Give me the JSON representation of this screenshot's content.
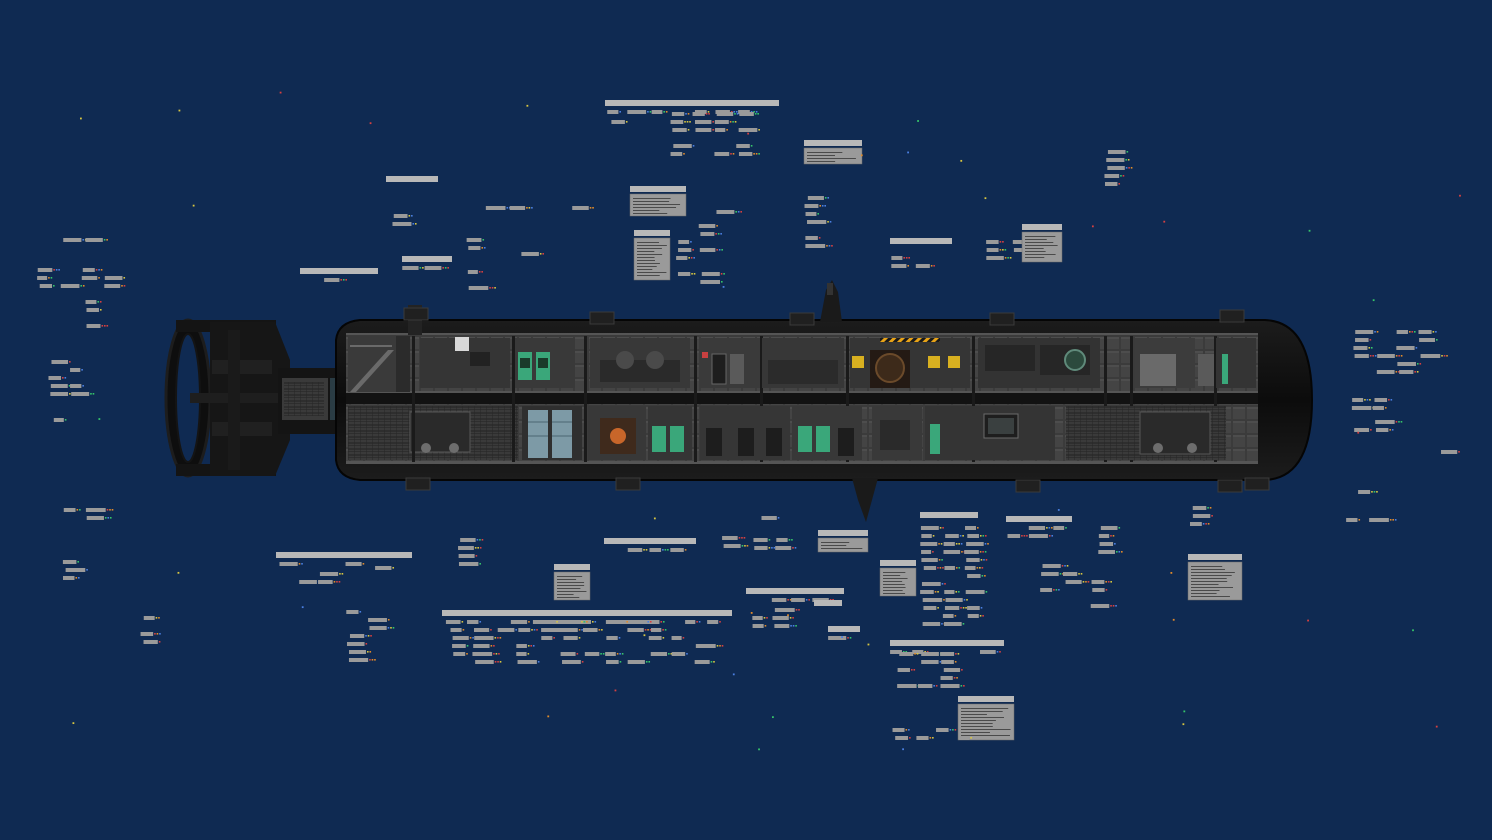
{
  "editor": {
    "canvas_color": "#0f2a52",
    "view": "submarine-editor",
    "panel_color": "#9a9a9a",
    "panel_header_color": "#b8b8b8"
  },
  "submarine": {
    "name": "",
    "hull_color": "#121212",
    "interior_color": "#3a3a3a",
    "hazard_color": "#e8a317",
    "decks": 2,
    "upper_rooms": 12,
    "lower_rooms": 10
  },
  "signal_colors": {
    "red": "#d64040",
    "green": "#35c46a",
    "blue": "#4a7fe0",
    "orange": "#e08a2a",
    "yellow": "#d8c640"
  },
  "wiring_clusters": {
    "count": 48,
    "labels_legible": false
  }
}
